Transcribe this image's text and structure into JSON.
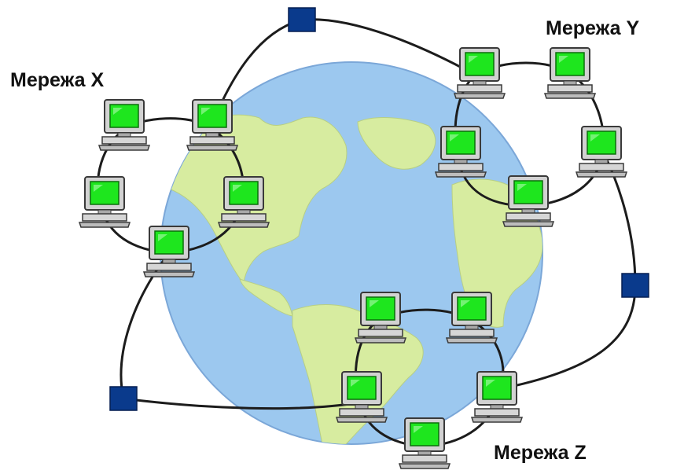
{
  "networks": {
    "x": {
      "label": "Мережа X"
    },
    "y": {
      "label": "Мережа Y"
    },
    "z": {
      "label": "Мережа Z"
    }
  },
  "colors": {
    "ocean": "#9cc8ef",
    "ocean_stroke": "#7ba7d8",
    "land": "#d7eca0",
    "screen": "#1ee61e",
    "monitor": "#c9c9c9",
    "router": "#0a3a8c",
    "cable": "#1c1c1c"
  },
  "icons": {
    "computer": "computer-icon",
    "router": "router-icon",
    "globe": "globe"
  }
}
